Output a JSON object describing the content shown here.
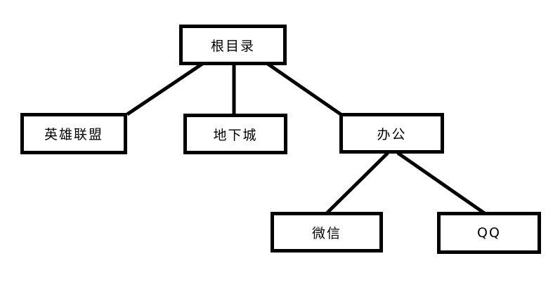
{
  "diagram": {
    "type": "tree",
    "colors": {
      "background": "#ffffff",
      "node_border": "#000000",
      "node_fill": "#ffffff",
      "text": "#000000",
      "edge": "#000000"
    },
    "nodes": {
      "root": {
        "label": "根目录"
      },
      "lol": {
        "label": "英雄联盟"
      },
      "dungeon": {
        "label": "地下城"
      },
      "office": {
        "label": "办公"
      },
      "wechat": {
        "label": "微信"
      },
      "qq": {
        "label": "QQ"
      }
    },
    "edges": [
      {
        "from": "root",
        "to": "lol"
      },
      {
        "from": "root",
        "to": "dungeon"
      },
      {
        "from": "root",
        "to": "office"
      },
      {
        "from": "office",
        "to": "wechat"
      },
      {
        "from": "office",
        "to": "qq"
      }
    ]
  }
}
